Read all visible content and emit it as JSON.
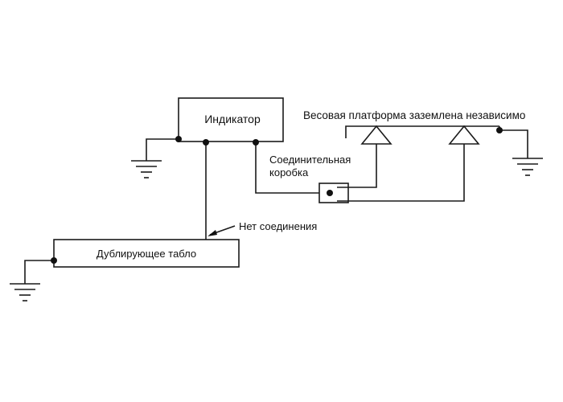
{
  "diagram": {
    "indicator_label": "Индикатор",
    "remote_display_label": "Дублирующее табло",
    "junction_box_label_line1": "Соединительная",
    "junction_box_label_line2": "коробка",
    "no_connection_label": "Нет соединения",
    "platform_note": "Весовая платформа заземлена независимо"
  },
  "colors": {
    "line": "#1a1a1a",
    "background": "#ffffff"
  }
}
